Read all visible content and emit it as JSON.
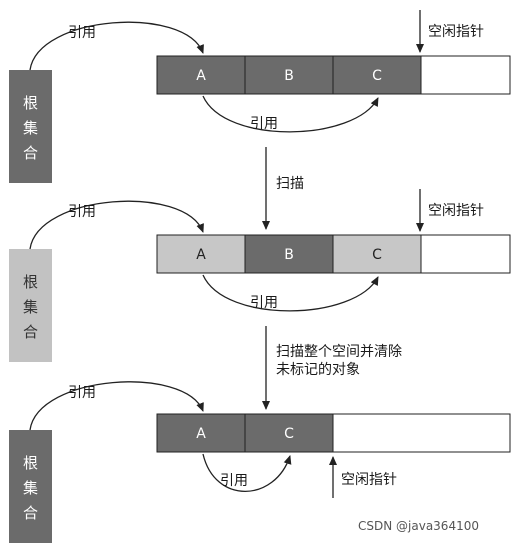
{
  "stage1": {
    "root_label": [
      "根",
      "集",
      "合"
    ],
    "ref_top": "引用",
    "ref_bottom": "引用",
    "free_pointer": "空闲指针",
    "cells": [
      "A",
      "B",
      "C"
    ]
  },
  "step1": "扫描",
  "stage2": {
    "root_label": [
      "根",
      "集",
      "合"
    ],
    "ref_top": "引用",
    "ref_bottom": "引用",
    "free_pointer": "空闲指针",
    "cells": [
      "A",
      "B",
      "C"
    ]
  },
  "step2": [
    "扫描整个空间并清除",
    "未标记的对象"
  ],
  "stage3": {
    "root_label": [
      "根",
      "集",
      "合"
    ],
    "ref_top": "引用",
    "ref_bottom": "引用",
    "free_pointer": "空闲指针",
    "cells": [
      "A",
      "C"
    ]
  },
  "watermark": "CSDN @java364100",
  "colors": {
    "dark_cell": "#6b6b6b",
    "light_cell": "#c7c7c7",
    "root_dark": "#6b6b6b",
    "root_light": "#c2c2c2",
    "line": "#222222"
  }
}
